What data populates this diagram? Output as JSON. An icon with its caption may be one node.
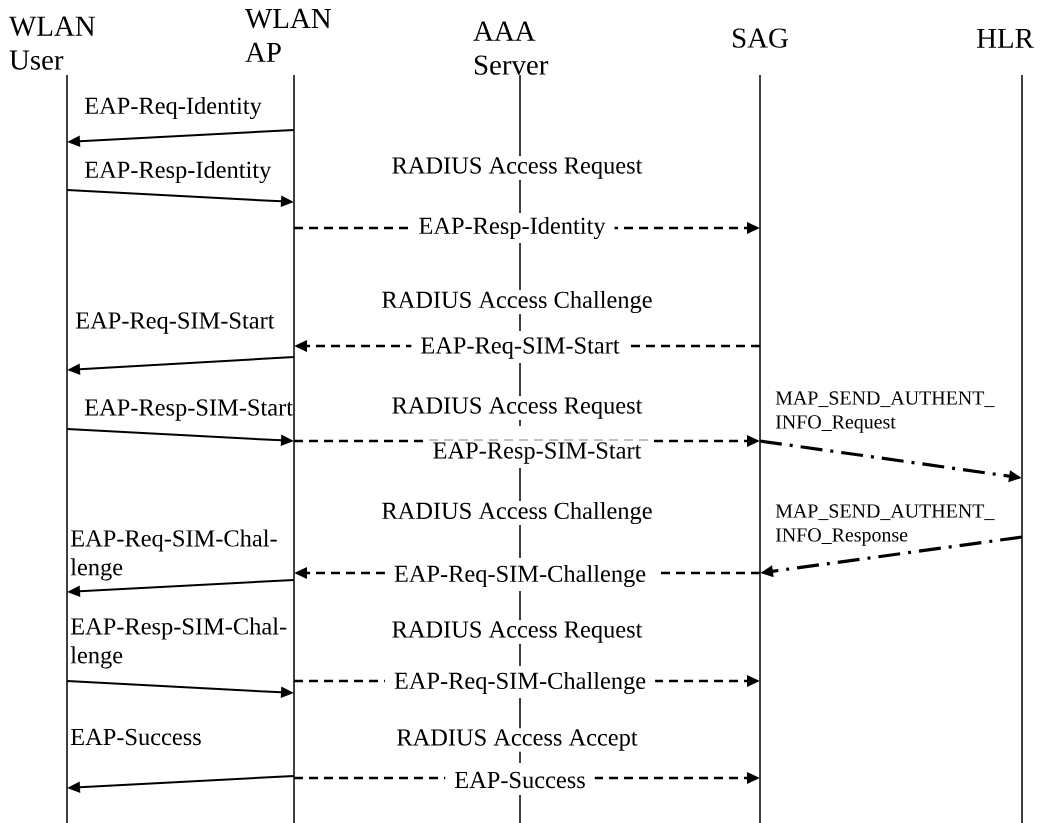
{
  "diagram": {
    "nodes": [
      {
        "text": [
          "WLAN User"
        ]
      },
      {
        "text": [
          "WLAN AP"
        ]
      },
      {
        "text": [
          "AAA Server"
        ]
      },
      {
        "text": [
          "SAG"
        ]
      },
      {
        "text": [
          "HLR"
        ]
      }
    ],
    "edges": [
      {
        "from": 1,
        "to": 0,
        "arrow": "to",
        "label": "EAP-Req-Identity"
      },
      {
        "from": 0,
        "to": 1,
        "arrow": "to",
        "label": "EAP-Resp-Identity"
      },
      {
        "from": 1,
        "to": 3,
        "arrow": "to",
        "label": "EAP-Resp-Identity",
        "style": "dashed"
      },
      {
        "from": 3,
        "to": 1,
        "arrow": "to",
        "label": "EAP-Req-SIM-Start",
        "style": "dashed"
      },
      {
        "from": 1,
        "to": 0,
        "arrow": "to",
        "label": "EAP-Req-SIM-Start"
      },
      {
        "from": 0,
        "to": 1,
        "arrow": "to",
        "label": "EAP-Resp-SIM-Start"
      },
      {
        "from": 1,
        "to": 3,
        "arrow": "to",
        "label": "EAP-Resp-SIM-Start",
        "style": "dashed"
      },
      {
        "from": 3,
        "to": 4,
        "arrow": "to",
        "label": "MAP_SEND_AUTHENT_ INFO_Request",
        "style": "dashed"
      },
      {
        "from": 4,
        "to": 3,
        "arrow": "to",
        "label": "MAP_SEND_AUTHENT_ INFO_Response",
        "style": "dashed"
      },
      {
        "from": 3,
        "to": 1,
        "arrow": "to",
        "label": "EAP-Req-SIM-Challenge",
        "style": "dashed"
      },
      {
        "from": 1,
        "to": 0,
        "arrow": "to",
        "label": "EAP-Req-SIM-Chal- lenge"
      },
      {
        "from": 0,
        "to": 1,
        "arrow": "to",
        "label": "EAP-Resp-SIM-Chal- lenge"
      },
      {
        "from": 1,
        "to": 3,
        "arrow": "to",
        "label": "EAP-Req-SIM-Challenge",
        "style": "dashed"
      },
      {
        "from": 1,
        "to": 0,
        "arrow": "to",
        "label": "EAP-Success"
      },
      {
        "from": 1,
        "to": 3,
        "arrow": "to",
        "label": "EAP-Success",
        "style": "dashed"
      }
    ],
    "labels": [
      "RADIUS Access Request",
      "RADIUS Access Challenge",
      "RADIUS Access Request",
      "RADIUS Access Challenge",
      "RADIUS Access Request",
      "RADIUS Access Accept"
    ]
  }
}
